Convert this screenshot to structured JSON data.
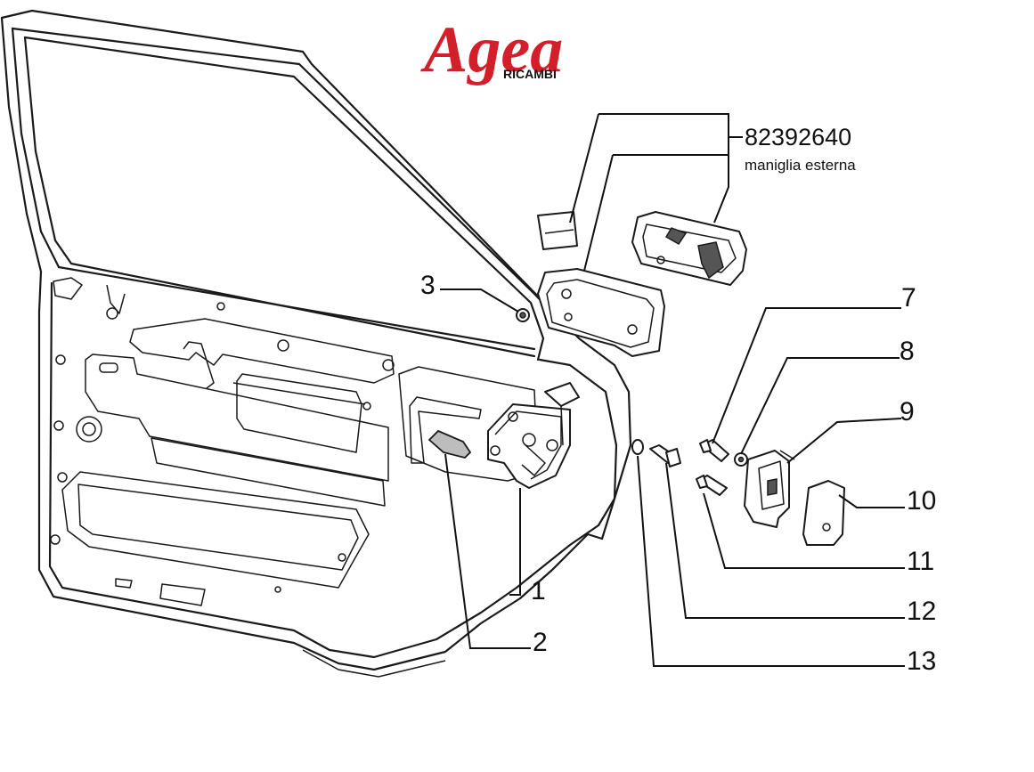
{
  "logo": {
    "brand": "Agea",
    "subtitle": "RICAMBI",
    "color": "#d21f2a"
  },
  "part_highlight": {
    "number": "82392640",
    "description": "maniglia esterna"
  },
  "callouts": {
    "c1": "1",
    "c2": "2",
    "c3": "3",
    "c7": "7",
    "c8": "8",
    "c9": "9",
    "c10": "10",
    "c11": "11",
    "c12": "12",
    "c13": "13"
  }
}
